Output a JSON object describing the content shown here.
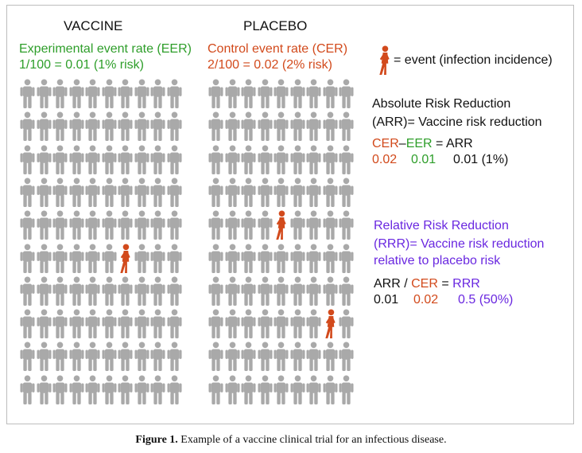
{
  "colors": {
    "green": "#2e9e2a",
    "red": "#d24a1c",
    "purple": "#6a28e0",
    "gray": "#a9a9a9"
  },
  "icons": {
    "person": "person-icon"
  },
  "vaccine": {
    "title": "VACCINE",
    "rate_label": "Experimental event rate (EER)",
    "rate_value": "1/100 = 0.01 (1% risk)",
    "rows": 10,
    "cols": 10,
    "events": [
      [
        5,
        6
      ]
    ]
  },
  "placebo": {
    "title": "PLACEBO",
    "rate_label": "Control event rate (CER)",
    "rate_value": "2/100 = 0.02 (2% risk)",
    "rows": 10,
    "cols": 9,
    "events": [
      [
        4,
        4
      ],
      [
        7,
        7
      ]
    ]
  },
  "legend": {
    "text": "= event (infection incidence)"
  },
  "arr": {
    "title_line1": "Absolute Risk Reduction",
    "title_line2": "(ARR)= Vaccine risk reduction",
    "cer": "CER",
    "minus": "–",
    "eer": "EER",
    "equals_arr": "= ARR",
    "v_cer": "0.02",
    "v_eer": "0.01",
    "v_arr": "0.01 (1%)"
  },
  "rrr": {
    "title_line1": "Relative Risk Reduction",
    "title_line2": "(RRR)= Vaccine risk reduction",
    "title_line3": "relative to placebo risk",
    "arr": "ARR /",
    "cer": "CER",
    "equals": "=",
    "rrr": "RRR",
    "v_arr": "0.01",
    "v_cer": "0.02",
    "v_rrr": "0.5 (50%)"
  },
  "caption": {
    "label": "Figure 1.",
    "text": "Example of a vaccine clinical trial for an infectious disease."
  }
}
